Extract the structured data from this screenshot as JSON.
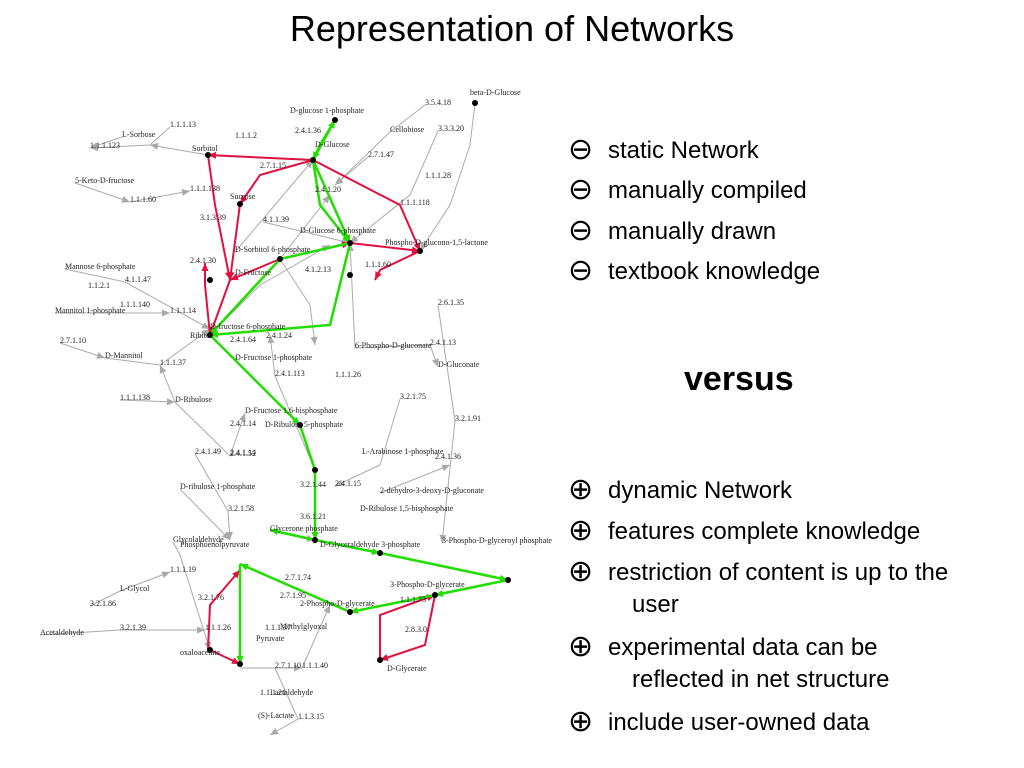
{
  "title": "Representation of Networks",
  "cons_symbol": "⊖",
  "pros_symbol": "⊕",
  "cons": [
    "static Network",
    "manually compiled",
    "manually drawn",
    "textbook knowledge"
  ],
  "versus": "versus",
  "pros": [
    {
      "line1": "dynamic Network",
      "line2": ""
    },
    {
      "line1": "features complete knowledge",
      "line2": ""
    },
    {
      "line1": "restriction of content is up to the",
      "line2": "user"
    },
    {
      "line1": "experimental data can be",
      "line2": "reflected in net structure"
    },
    {
      "line1": "include user-owned data",
      "line2": ""
    }
  ],
  "network": {
    "labels": [
      "beta-D-Glucose",
      "3.5.4.18",
      "D-glucose 1-phosphate",
      "1.1.1.13",
      "2.4.1.36",
      "Cellobiose",
      "3.3.3.20",
      "L-Sorbose",
      "1.1.1.2",
      "D-Glucose",
      "1.1.1.123",
      "Sorbitol",
      "2.7.1.15",
      "2.7.1.47",
      "5-Keto-D-fructose",
      "1.1.1.28",
      "1.1.1.138",
      "Sucrose",
      "2.4.1.20",
      "1.1.1.60",
      "3.1.3.39",
      "4.1.1.39",
      "1.1.1.118",
      "D-Glucose 6-phosphate",
      "Phospho-D-glucono-1,5-lactone",
      "D-Sorbitol 6-phosphate",
      "2.4.1.30",
      "Mannose 6-phosphate",
      "D-Fructose",
      "4.1.2.13",
      "1.1.1.60",
      "4.1.1.47",
      "1.1.2.1",
      "2.6.1.35",
      "Mannitol 1-phosphate",
      "1.1.1.140",
      "1.1.1.14",
      "D-fructose 6-phosphate",
      "2.7.1.10",
      "Ribitol",
      "2.4.1.24",
      "6-Phospho-D-gluconate",
      "2.4.1.13",
      "D-Mannitol",
      "2.4.1.64",
      "D-Fructose 1-phosphate",
      "D-Gluconate",
      "1.1.1.37",
      "2.4.1.113",
      "1.1.1.26",
      "3.2.1.75",
      "1.1.1.138",
      "D-Ribulose",
      "D-Fructose 1,6-bisphosphate",
      "D-Ribulose 5-phosphate",
      "3.2.1.91",
      "2.4.1.14",
      "2.4.1.49",
      "2.4.1.52",
      "L-Arabinose 1-phosphate",
      "2.4.1.36",
      "D-ribulose 1-phosphate",
      "3.2.1.44",
      "2.4.1.15",
      "2-dehydro-3-deoxy-D-gluconate",
      "3.2.1.58",
      "3.6.1.21",
      "D-Ribulose 1,5-bisphosphate",
      "Glycerone phosphate",
      "Glycolaldehyde",
      "Phosphoenolpyruvate",
      "D-Glyceraldehyde 3-phosphate",
      "3-Phospho-D-glyceroyl phosphate",
      "1.1.1.19",
      "2.7.1.74",
      "3-Phospho-D-glycerate",
      "L-Glycol",
      "3.2.1.86",
      "2.7.1.95",
      "2-Phospho-D-glycerate",
      "1.1.1.73",
      "Acetaldehyde",
      "3.2.1.39",
      "Pyruvate",
      "1.1.1.26",
      "1.1.1.37",
      "Methylglyoxal",
      "2.7.1.10",
      "2.8.3.0",
      "oxaloacetate",
      "D-Glycerate",
      "1.1.1.40",
      "1.1.1.21",
      "Lactaldehyde",
      "(S)-Lactate",
      "1.1.3.15",
      "3.2.1.76",
      "2.4.1.14"
    ]
  }
}
